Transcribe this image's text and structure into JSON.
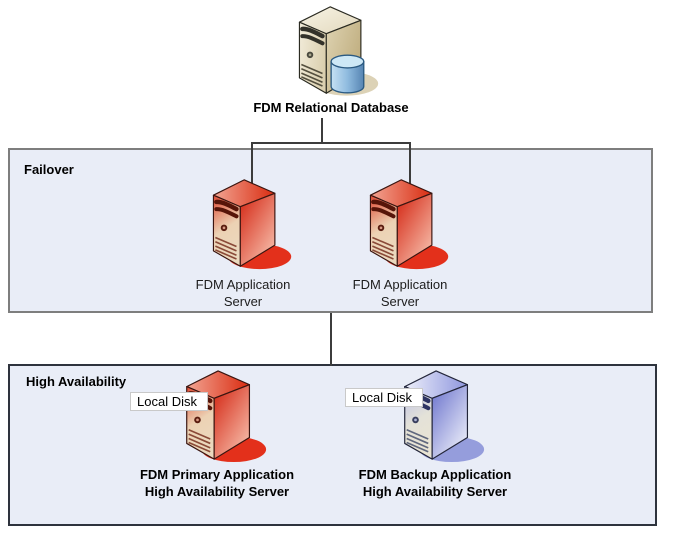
{
  "database": {
    "label": "FDM Relational Database"
  },
  "failover": {
    "title": "Failover",
    "servers": [
      {
        "line1": "FDM Application",
        "line2": "Server"
      },
      {
        "line1": "FDM Application",
        "line2": "Server"
      }
    ]
  },
  "high_availability": {
    "title": "High Availability",
    "servers": [
      {
        "disk_label": "Local Disk",
        "line1": "FDM Primary Application",
        "line2": "High Availability Server"
      },
      {
        "disk_label": "Local Disk",
        "line1": "FDM Backup Application",
        "line2": "High Availability Server"
      }
    ]
  },
  "colors": {
    "section_fill": "#E9EDF7",
    "failover_border": "#7E7E7E",
    "ha_border": "#2E333D",
    "connector": "#3C3C3C",
    "app_server_red": "#D32310",
    "backup_server_blue": "#6971CC",
    "database_tan": "#CDBE96",
    "disk_cylinder_blue": "#8FBBDF",
    "red_shadow": "#E3301B",
    "blue_shadow": "#959DDC"
  }
}
